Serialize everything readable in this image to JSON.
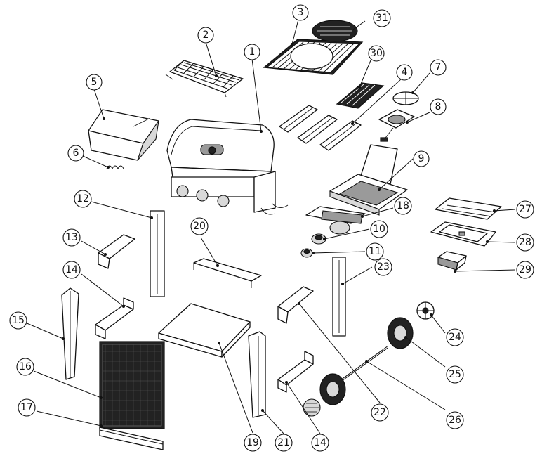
{
  "diagram": {
    "callouts": [
      {
        "id": "1",
        "label": "1"
      },
      {
        "id": "2",
        "label": "2"
      },
      {
        "id": "3",
        "label": "3"
      },
      {
        "id": "4",
        "label": "4"
      },
      {
        "id": "5",
        "label": "5"
      },
      {
        "id": "6",
        "label": "6"
      },
      {
        "id": "7",
        "label": "7"
      },
      {
        "id": "8",
        "label": "8"
      },
      {
        "id": "9",
        "label": "9"
      },
      {
        "id": "10",
        "label": "10"
      },
      {
        "id": "11",
        "label": "11"
      },
      {
        "id": "12",
        "label": "12"
      },
      {
        "id": "13",
        "label": "13"
      },
      {
        "id": "14a",
        "label": "14"
      },
      {
        "id": "14b",
        "label": "14"
      },
      {
        "id": "15",
        "label": "15"
      },
      {
        "id": "16",
        "label": "16"
      },
      {
        "id": "17",
        "label": "17"
      },
      {
        "id": "18",
        "label": "18"
      },
      {
        "id": "19",
        "label": "19"
      },
      {
        "id": "20",
        "label": "20"
      },
      {
        "id": "21",
        "label": "21"
      },
      {
        "id": "22",
        "label": "22"
      },
      {
        "id": "23",
        "label": "23"
      },
      {
        "id": "24",
        "label": "24"
      },
      {
        "id": "25",
        "label": "25"
      },
      {
        "id": "26",
        "label": "26"
      },
      {
        "id": "27",
        "label": "27"
      },
      {
        "id": "28",
        "label": "28"
      },
      {
        "id": "29",
        "label": "29"
      },
      {
        "id": "30",
        "label": "30"
      },
      {
        "id": "31",
        "label": "31"
      }
    ]
  }
}
